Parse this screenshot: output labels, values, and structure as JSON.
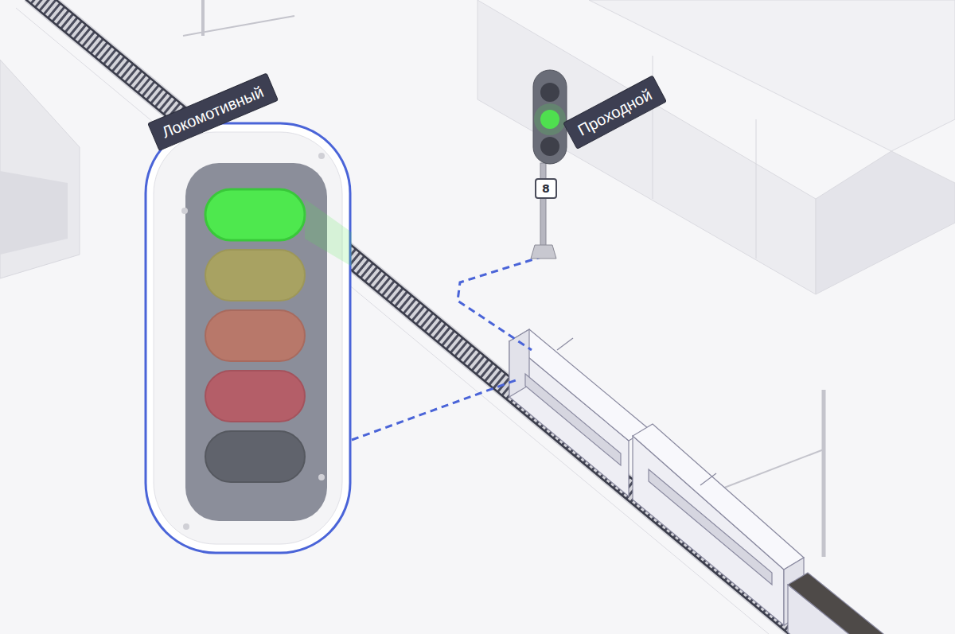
{
  "diagram": {
    "nodes": [
      {
        "text": [
          "Локомотивный"
        ]
      },
      {
        "text": [
          "Проходной"
        ]
      },
      {
        "text": [
          "8"
        ]
      }
    ]
  }
}
